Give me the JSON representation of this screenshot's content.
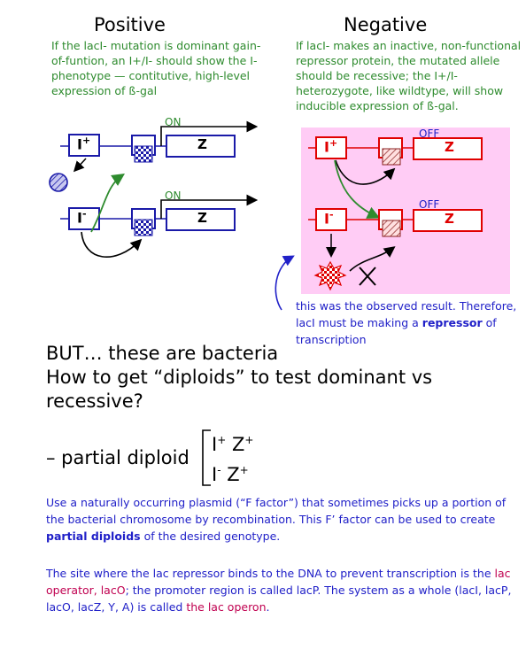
{
  "positive": {
    "title": "Positive",
    "text": "If the lacI- mutation is dominant gain-of-funtion, an I+/I- should show the I- phenotype — contitutive, high-level expression of ß-gal",
    "on1": "ON",
    "on2": "ON",
    "i_plus": "I",
    "i_minus": "I",
    "z1": "Z",
    "z2": "Z"
  },
  "negative": {
    "title": "Negative",
    "text": "If lacI- makes an inactive, non-functional repressor protein, the mutated allele should be recessive; the I+/I- heterozygote, like wildtype, will show inducible expression of ß-gal.",
    "off1": "OFF",
    "off2": "OFF",
    "i_plus": "I",
    "i_minus": "I",
    "z1": "Z",
    "z2": "Z",
    "note": "this was the observed result. Therefore, lacI must be making a",
    "note_kw": "repressor",
    "note_end": "of transcription"
  },
  "question": {
    "line1": "BUT… these are bacteria",
    "line2": "How to get “diploids” to test dominant vs recessive?"
  },
  "partial": {
    "label": "– partial diploid",
    "g1_i": "I",
    "g1_z": "Z",
    "g2_i": "I",
    "g2_z": "Z",
    "plus": "+",
    "minus": "-"
  },
  "para1": {
    "before": "Use a naturally occurring plasmid (“F factor”) that sometimes picks up a portion of the bacterial chromosome by recombination.  This F’ factor can be used to create ",
    "kw": "partial diploids",
    "after": " of the desired genotype."
  },
  "para2": {
    "t1": "The site where the lac repressor binds to the DNA to prevent transcription is the ",
    "kw1": "lac operator, lacO",
    "t2": "; the promoter region is called lacP.  The system as a whole (lacI, lacP, lacO, lacZ, Y, A) is called ",
    "kw2": "the lac operon",
    "t3": "."
  },
  "colors": {
    "blue": "#1a1aa8",
    "red": "#e00000",
    "green": "#2e8b2e",
    "pink": "#ffccf5",
    "text_blue": "#2020c8"
  }
}
